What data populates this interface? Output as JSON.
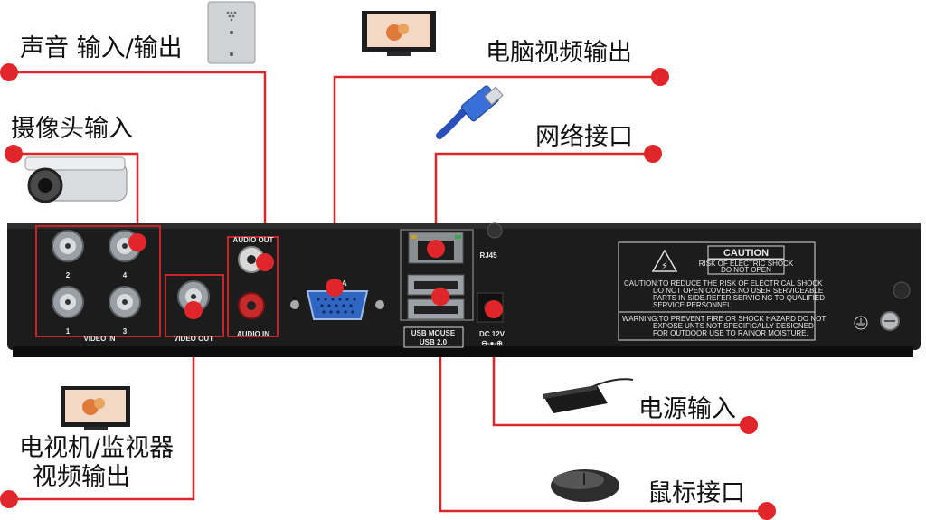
{
  "labels": {
    "audio_io": "声音 输入/输出",
    "camera_in": "摄像头输入",
    "pc_video_out": "电脑视频输出",
    "network": "网络接口",
    "tv_out_line1": "电视机/监视器",
    "tv_out_line2": "视频输出",
    "power_in": "电源输入",
    "mouse": "鼠标接口"
  },
  "panel": {
    "audio_out": "AUDIO OUT",
    "audio_in": "AUDIO IN",
    "video_in": "VIDEO IN",
    "video_out": "VIDEO OUT",
    "vga": "VGA",
    "rj45": "RJ45",
    "usb_mouse": "USB MOUSE",
    "usb_version": "USB 2.0",
    "dc": "DC 12V",
    "dc_polarity": "⊖-●-⊕",
    "bnc_top": [
      "2",
      "4"
    ],
    "bnc_bottom": [
      "1",
      "3"
    ]
  },
  "caution": {
    "title": "CAUTION",
    "box": [
      "RISK OF ELECTRIC SHOCK",
      "DO NOT OPEN"
    ],
    "lines": [
      "CAUTION:TO REDUCE THE RISK OF ELECTRICAL SHOCK",
      "DO NOT OPEN COVERS.NO USER SERVICEABLE",
      "PARTS IN SIDE.REFER SERVICING TO QUALIFIED",
      "SERVICE PERSONNEL"
    ],
    "warning": [
      "WARNING:TO PREVENT FIRE OR SHOCK HAZARD DO NOT",
      "EXPOSE UNTS NOT SPECIFICALLY DESIGNED",
      "FOR OUTDOOR USE TO RAINOR MOISTURE."
    ]
  },
  "colors": {
    "accent": "#e0262b",
    "panel": "#1c1c1c",
    "label_text": "#111111"
  }
}
